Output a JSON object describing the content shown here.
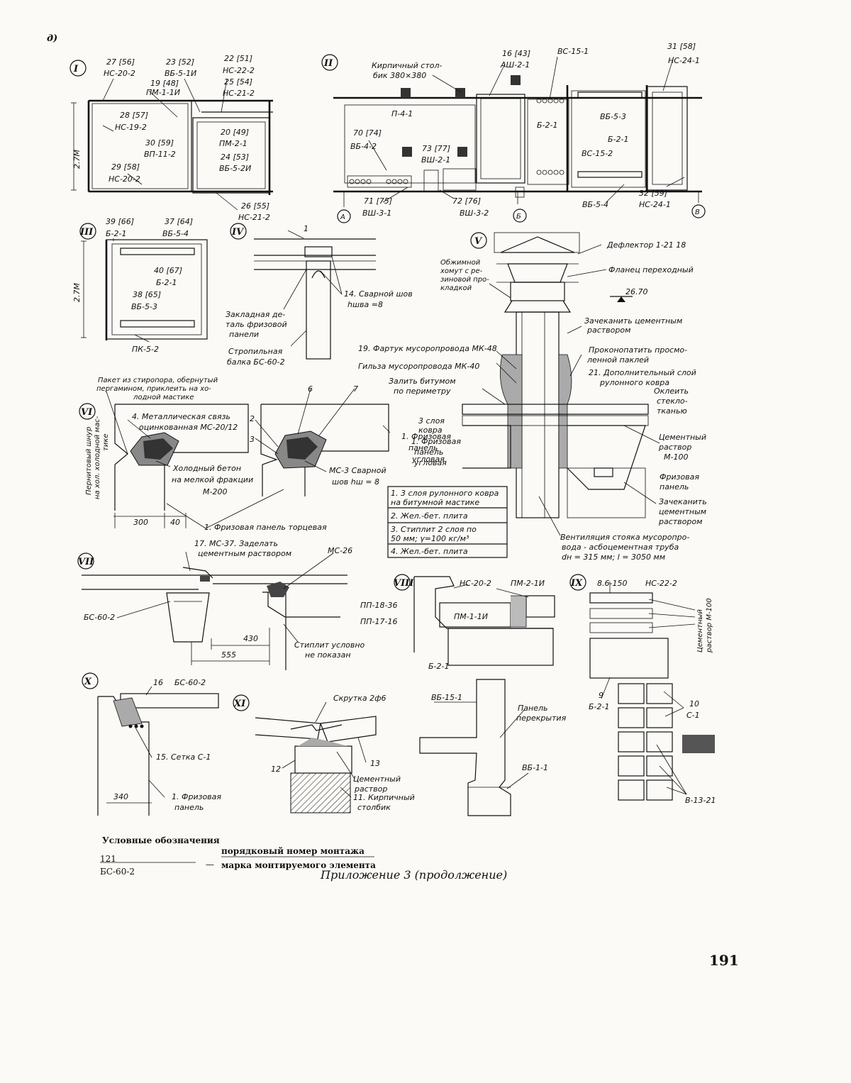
{
  "sheet": {
    "letter": "д)",
    "caption": "Приложение 3 (продолжение)",
    "page_number": "191"
  },
  "legend": {
    "title": "Условные обозначения",
    "sample_number": "121",
    "sample_mark": "БС-60-2",
    "desc_number": "порядковый номер монтажа",
    "desc_mark": "марка монтируемого элемента"
  },
  "node1": {
    "roman": "I",
    "labels": [
      "27 [56]",
      "НС-20-2",
      "23 [52]",
      "ВБ-5-1И",
      "22 [51]",
      "НС-22-2",
      "19 [48]",
      "ПМ-1-1И",
      "25 [54]",
      "НС-21-2",
      "28 [57]",
      "НС-19-2",
      "20 [49]",
      "ПМ-2-1",
      "30 [59]",
      "ВП-11-2",
      "24 [53]",
      "ВБ-5-2И",
      "29 [58]",
      "НС-20-2",
      "26 [55]",
      "НС-21-2",
      "2.7М"
    ]
  },
  "node2": {
    "roman": "II",
    "labels": [
      "Кирпичный стол-",
      "бик 380×380",
      "16 [43]",
      "АШ-2-1",
      "ВС-15-1",
      "31 [58]",
      "НС-24-1",
      "П-4-1",
      "70 [74]",
      "ВБ-4-2",
      "73 [77]",
      "ВШ-2-1",
      "Б-2-1",
      "ВБ-5-3",
      "Б-2-1",
      "ВС-15-2",
      "71 [75]",
      "ВШ-3-1",
      "72 [76]",
      "ВШ-3-2",
      "ВБ-5-4",
      "32 [59]",
      "НС-24-1",
      "А",
      "Б",
      "В"
    ]
  },
  "node3": {
    "roman": "III",
    "labels": [
      "39 [66]",
      "Б-2-1",
      "37 [64]",
      "ВБ-5-4",
      "40 [67]",
      "Б-2-1",
      "38 [65]",
      "ВБ-5-3",
      "ПК-5-2",
      "2.7М"
    ]
  },
  "node4": {
    "roman": "IV",
    "labels": [
      "1",
      "14. Сварной шов",
      "hшва =8",
      "Закладная де-",
      "таль фризовой",
      "панели",
      "Стропильная",
      "балка БС-60-2"
    ]
  },
  "node5": {
    "roman": "V",
    "labels": [
      "Дефлектор 1-21 18",
      "Обжимной",
      "хомут с ре-",
      "зиновой про-",
      "кладкой",
      "Фланец переходный",
      "26.70",
      "Зачеканить цементным",
      "раствором",
      "19. Фартук мусоропровода МК-48",
      "Гильза мусоропровода МК-40",
      "Проконопатить просмо-",
      "ленной паклей",
      "21. Дополнительный слой",
      "рулонного ковра",
      "Залить битумом",
      "по периметру",
      "Оклеить",
      "стекло-",
      "тканью",
      "3 слоя",
      "ковра",
      "1. Фризовая",
      "панель",
      "угловая",
      "Цементный",
      "раствор",
      "М-100",
      "Фризовая",
      "панель",
      "Зачеканить",
      "цементным",
      "раствором",
      "1. 3 слоя рулонного ковра",
      "на битумной мастике",
      "2. Жел.-бет. плита",
      "3. Стиплит 2 слоя по",
      "50 мм; γ=100 кг/м³",
      "4. Жел.-бет. плита",
      "Вентиляция стояка мусоропро-",
      "вода - асбоцементная труба",
      "dн = 315 мм; l = 3050 мм"
    ]
  },
  "node6": {
    "roman": "VI",
    "labels": [
      "Пакет из стиропора, обернутый",
      "пергамином, приклеить на хо-",
      "лодной мастике",
      "4. Металлическая связь",
      "оцинкованная МС-20/12",
      "2",
      "3",
      "6",
      "7",
      "1. Фризовая",
      "панель",
      "угловая",
      "Пернитовый шнур",
      "на хол. холодной мас-",
      "тике",
      "Холодный бетон",
      "на мелкой фракции",
      "М-200",
      "МС-3 Сварной",
      "шов hш = 8",
      "300",
      "40",
      "1. Фризовая панель торцевая"
    ]
  },
  "node7": {
    "roman": "VII",
    "labels": [
      "17. МС-37. Заделать",
      "цементным раствором",
      "МС-26",
      "БС-60-2",
      "ПП-18-36",
      "ПП-17-16",
      "430",
      "555",
      "Стиплит условно",
      "не показан"
    ]
  },
  "node8": {
    "roman": "VIII",
    "labels": [
      "НС-20-2",
      "ПМ-2-1И",
      "ПМ-1-1И",
      "Б-2-1"
    ]
  },
  "node9": {
    "roman": "IX",
    "labels": [
      "8.6-150",
      "НС-22-2",
      "Цементный",
      "раствор М-100",
      "9",
      "Б-2-1",
      "10",
      "С-1",
      "В-13-21"
    ]
  },
  "node10": {
    "roman": "X",
    "labels": [
      "16",
      "БС-60-2",
      "15. Сетка С-1",
      "340",
      "1. Фризовая",
      "панель"
    ]
  },
  "node11": {
    "roman": "XI",
    "labels": [
      "Скрутка 2ф6",
      "12",
      "13",
      "Цементный",
      "раствор",
      "11. Кирпичный",
      "столбик"
    ]
  },
  "node12": {
    "labels": [
      "ВБ-15-1",
      "Панель",
      "перекрытия",
      "ВБ-1-1"
    ]
  }
}
